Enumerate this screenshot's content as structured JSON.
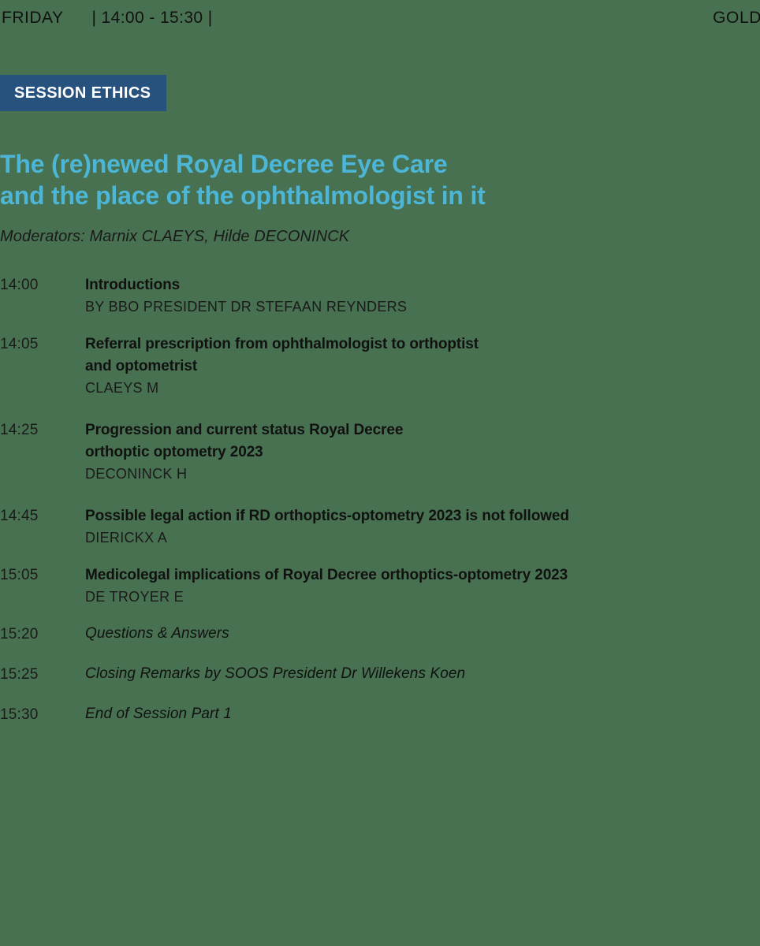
{
  "header": {
    "day": "FRIDAY",
    "time_range": "| 14:00 - 15:30 |",
    "room": "GOLD"
  },
  "badge": {
    "label": "SESSION ETHICS",
    "background_color": "#28527e",
    "text_color": "#ffffff"
  },
  "title": {
    "color": "#4db5d6",
    "line1": "The (re)newed Royal Decree Eye Care",
    "line2": "and the place of the ophthalmologist in it"
  },
  "moderators": {
    "text": "Moderators: Marnix CLAEYS, Hilde DECONINCK"
  },
  "page": {
    "background_color": "#477150",
    "text_color": "#1a1a1a"
  },
  "programme": [
    {
      "time": "14:00",
      "title_line1": "Introductions",
      "title_line2": "",
      "speaker": "BY BBO PRESIDENT DR STEFAAN REYNDERS",
      "style": "normal"
    },
    {
      "time": "14:05",
      "title_line1": "Referral prescription from ophthalmologist to orthoptist",
      "title_line2": "and optometrist",
      "speaker": "CLAEYS M",
      "style": "normal"
    },
    {
      "time": "14:25",
      "title_line1": "Progression and current status Royal Decree",
      "title_line2": "orthoptic optometry 2023",
      "speaker": "DECONINCK H",
      "style": "normal"
    },
    {
      "time": "14:45",
      "title_line1": "Possible legal action if RD orthoptics-optometry 2023 is not followed",
      "title_line2": "",
      "speaker": "DIERICKX A",
      "style": "normal"
    },
    {
      "time": "15:05",
      "title_line1": "Medicolegal implications of Royal Decree orthoptics-optometry 2023",
      "title_line2": "",
      "speaker": "DE TROYER E",
      "style": "normal"
    },
    {
      "time": "15:20",
      "title_line1": "Questions & Answers",
      "title_line2": "",
      "speaker": "",
      "style": "italic"
    },
    {
      "time": "15:25",
      "title_line1": "Closing Remarks by SOOS President Dr Willekens Koen",
      "title_line2": "",
      "speaker": "",
      "style": "italic"
    },
    {
      "time": "15:30",
      "title_line1": "End of Session Part 1",
      "title_line2": "",
      "speaker": "",
      "style": "italic"
    }
  ]
}
